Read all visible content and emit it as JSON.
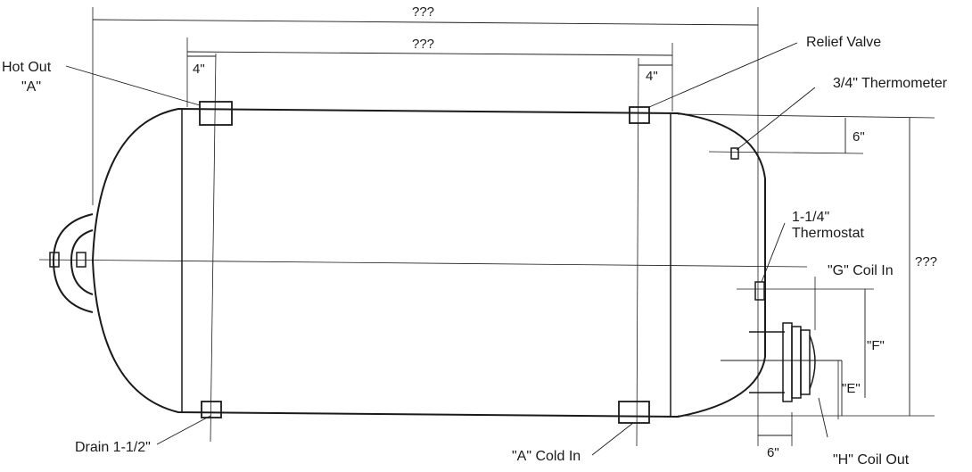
{
  "dimensions": {
    "overall_length": "???",
    "fitting_spacing": "???",
    "left_offset": "4\"",
    "right_offset": "4\"",
    "overall_height": "???",
    "thermometer_offset": "6\"",
    "coil_f": "\"F\"",
    "coil_e": "\"E\"",
    "coil_length": "6\""
  },
  "labels": {
    "hot_out_line1": "Hot Out",
    "hot_out_line2": "\"A\"",
    "relief_valve": "Relief Valve",
    "thermometer": "3/4\" Thermometer",
    "thermostat_line1": "1-1/4\"",
    "thermostat_line2": "Thermostat",
    "g_coil_in": "\"G\" Coil In",
    "h_coil_out": "\"H\" Coil Out",
    "drain": "Drain 1-1/2\"",
    "cold_in": "\"A\" Cold In"
  }
}
